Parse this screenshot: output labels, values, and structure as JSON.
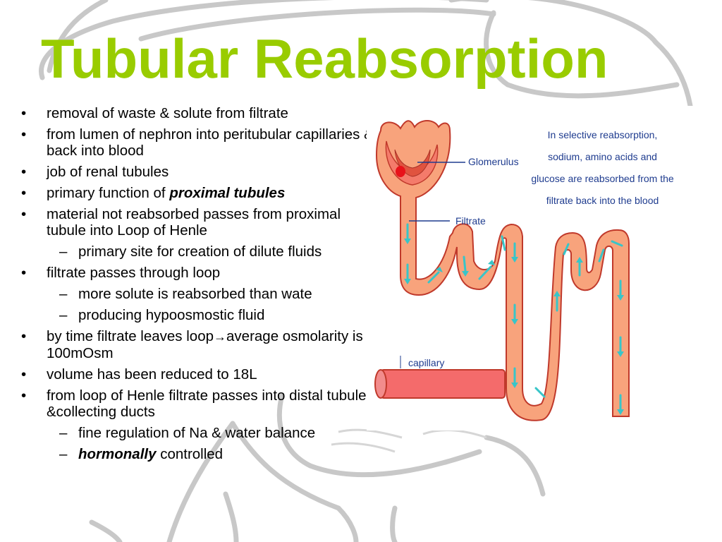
{
  "title": "Tubular Reabsorption",
  "bullets": {
    "b1": "removal of waste & solute from filtrate",
    "b2": "from lumen of  nephron into peritubular capillaries & back into blood",
    "b3": "job of  renal tubules",
    "b4_prefix": "primary function of  ",
    "b4_emph": "proximal tubules",
    "b5": "material not reabsorbed passes from proximal tubule into Loop of Henle",
    "b5_sub1": "primary site for creation of dilute fluids",
    "b6": "filtrate passes through loop",
    "b6_sub1": "more solute is reabsorbed than wate",
    "b6_sub2": "producing hypoosmostic fluid",
    "b7_prefix": "by  time filtrate leaves loop",
    "b7_arrow": "→",
    "b7_suffix": "average osmolarity is 100mOsm",
    "b8": "volume has been reduced to 18L",
    "b9": "from loop of Henle filtrate passes into distal tubule &collecting ducts",
    "b9_sub1": "fine regulation of Na & water balance",
    "b9_sub2_emph": "hormonally",
    "b9_sub2_suffix": " controlled"
  },
  "diagram": {
    "caption": "In selective reabsorption, sodium, amino acids and glucose are reabsorbed from the filtrate back into the blood",
    "glomerulus_label": "Glomerulus",
    "filtrate_label": "Filtrate",
    "capillary_label": "capillary"
  },
  "colors": {
    "title": "#99cc00",
    "tubule_fill": "#f8a37c",
    "tubule_outline": "#c0392b",
    "flow_arrow": "#38c5c8",
    "label_text": "#1f3c8f",
    "capillary_fill": "#f46b6b"
  }
}
